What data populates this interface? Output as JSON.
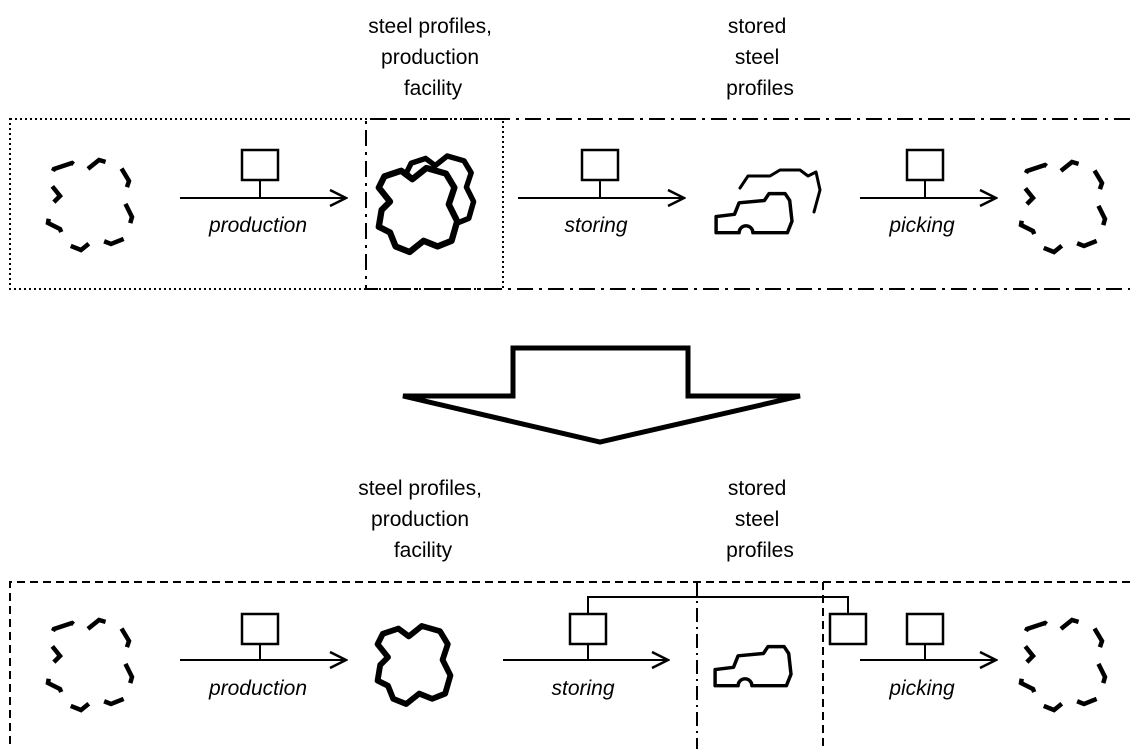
{
  "top": {
    "label_facility": [
      "steel profiles,",
      "production",
      "facility"
    ],
    "label_stored": [
      "stored",
      "steel",
      "profiles"
    ],
    "process_production": "production",
    "process_storing": "storing",
    "process_picking": "picking"
  },
  "bottom": {
    "label_facility": [
      "steel profiles,",
      "production",
      "facility"
    ],
    "label_stored": [
      "stored",
      "steel",
      "profiles"
    ],
    "process_production": "production",
    "process_storing": "storing",
    "process_picking": "picking"
  }
}
